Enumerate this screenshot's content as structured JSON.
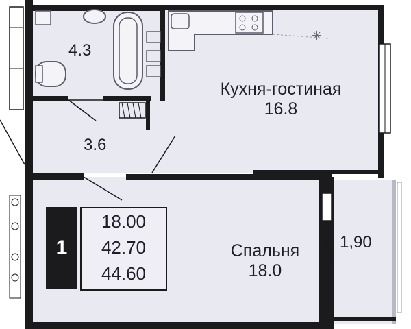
{
  "rooms": {
    "bathroom": {
      "area": "4.3"
    },
    "hallway": {
      "area": "3.6"
    },
    "kitchen_living": {
      "name": "Кухня-гостиная",
      "area": "16.8"
    },
    "bedroom": {
      "name": "Спальня",
      "area": "18.0"
    },
    "balcony": {
      "area": "1,90"
    }
  },
  "summary": {
    "rooms_count": "1",
    "living_area": "18.00",
    "total_area": "42.70",
    "total_with_balcony": "44.60"
  },
  "colors": {
    "wall": "#1b1b1e",
    "floor": "#e9e9f1",
    "fixture": "#6a6a78"
  }
}
